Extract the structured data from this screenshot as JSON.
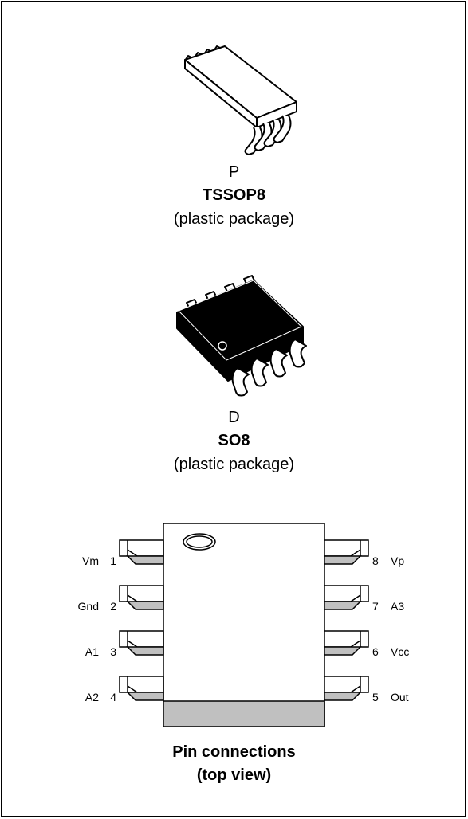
{
  "packages": [
    {
      "letter": "P",
      "name": "TSSOP8",
      "description": "(plastic package)"
    },
    {
      "letter": "D",
      "name": "SO8",
      "description": "(plastic package)"
    }
  ],
  "pinout": {
    "left_pins": [
      {
        "number": "1",
        "name": "Vm"
      },
      {
        "number": "2",
        "name": "Gnd"
      },
      {
        "number": "3",
        "name": "A1"
      },
      {
        "number": "4",
        "name": "A2"
      }
    ],
    "right_pins": [
      {
        "number": "8",
        "name": "Vp"
      },
      {
        "number": "7",
        "name": "A3"
      },
      {
        "number": "6",
        "name": "Vcc"
      },
      {
        "number": "5",
        "name": "Out"
      }
    ],
    "title_line1": "Pin connections",
    "title_line2": "(top view)"
  },
  "colors": {
    "lead_shade": "#c0c0c0",
    "body_shade": "#c0c0c0",
    "ink": "#000000"
  }
}
